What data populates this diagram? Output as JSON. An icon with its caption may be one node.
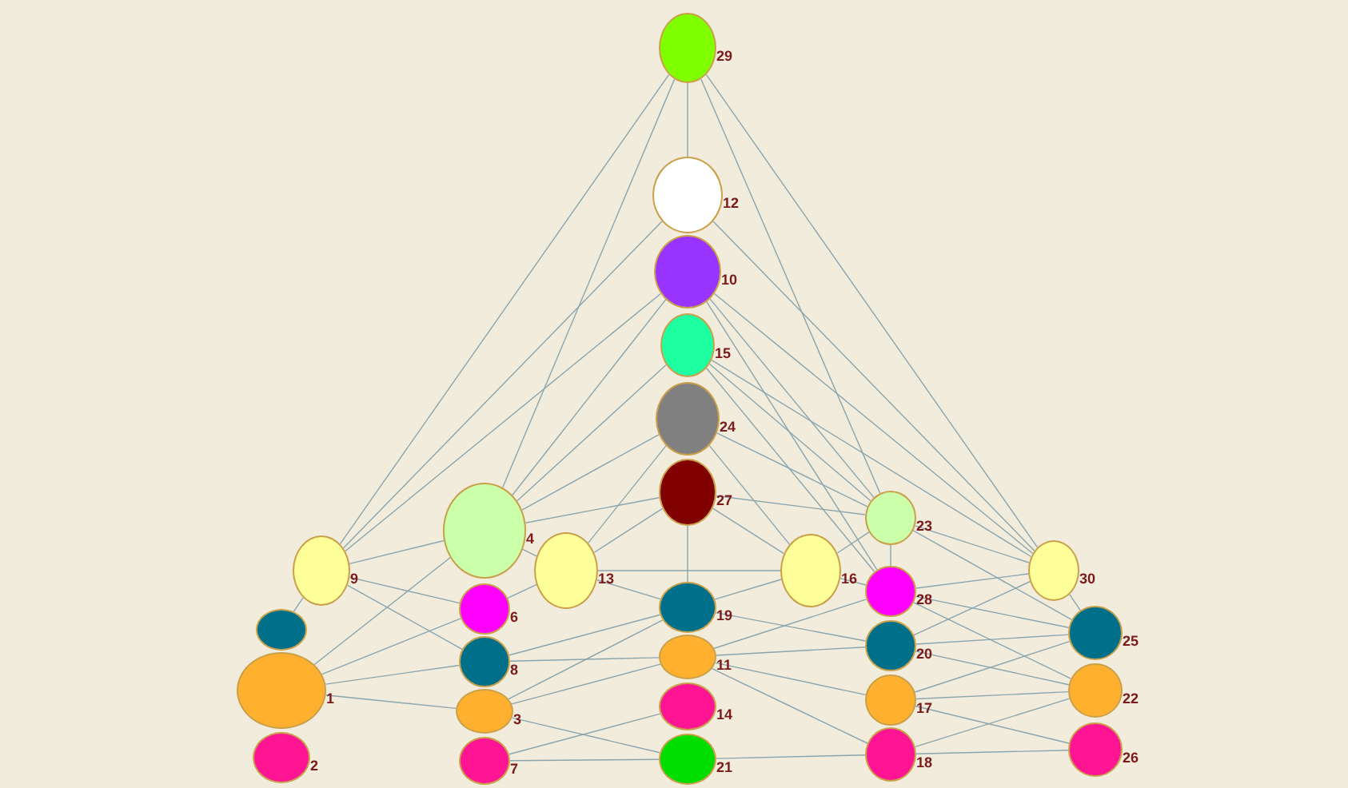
{
  "diagram": {
    "nodes": [
      {
        "text": [],
        "shape": "circle",
        "beside": [
          "1"
        ]
      },
      {
        "text": [],
        "shape": "circle",
        "beside": [
          "2"
        ]
      },
      {
        "text": [],
        "shape": "circle",
        "beside": [
          "3"
        ]
      },
      {
        "text": [],
        "shape": "circle",
        "beside": [
          "4"
        ]
      },
      {
        "text": [],
        "shape": "circle"
      },
      {
        "text": [],
        "shape": "circle",
        "beside": [
          "6"
        ]
      },
      {
        "text": [],
        "shape": "circle",
        "beside": [
          "7"
        ]
      },
      {
        "text": [],
        "shape": "circle",
        "beside": [
          "8"
        ]
      },
      {
        "text": [],
        "shape": "circle",
        "beside": [
          "9"
        ]
      },
      {
        "text": [],
        "shape": "circle",
        "beside": [
          "10"
        ]
      },
      {
        "text": [],
        "shape": "circle",
        "beside": [
          "11"
        ]
      },
      {
        "text": [],
        "shape": "circle",
        "beside": [
          "12"
        ]
      },
      {
        "text": [],
        "shape": "circle",
        "beside": [
          "13"
        ]
      },
      {
        "text": [],
        "shape": "circle",
        "beside": [
          "14"
        ]
      },
      {
        "text": [],
        "shape": "circle",
        "beside": [
          "15"
        ]
      },
      {
        "text": [],
        "shape": "circle",
        "beside": [
          "16"
        ]
      },
      {
        "text": [],
        "shape": "circle",
        "beside": [
          "17"
        ]
      },
      {
        "text": [],
        "shape": "circle",
        "beside": [
          "18"
        ]
      },
      {
        "text": [],
        "shape": "circle",
        "beside": [
          "19"
        ]
      },
      {
        "text": [],
        "shape": "circle",
        "beside": [
          "20"
        ]
      },
      {
        "text": [],
        "shape": "circle",
        "beside": [
          "21"
        ]
      },
      {
        "text": [],
        "shape": "circle",
        "beside": [
          "22"
        ]
      },
      {
        "text": [],
        "shape": "circle",
        "beside": [
          "23"
        ]
      },
      {
        "text": [],
        "shape": "circle",
        "beside": [
          "24"
        ]
      },
      {
        "text": [],
        "shape": "circle",
        "beside": [
          "25"
        ]
      },
      {
        "text": [],
        "shape": "circle",
        "beside": [
          "26"
        ]
      },
      {
        "text": [],
        "shape": "circle",
        "beside": [
          "27"
        ]
      },
      {
        "text": [],
        "shape": "circle",
        "beside": [
          "28"
        ]
      },
      {
        "text": [],
        "shape": "circle",
        "beside": [
          "29"
        ]
      },
      {
        "text": [],
        "shape": "circle",
        "beside": [
          "30"
        ]
      }
    ],
    "edges": [
      {
        "from": 0,
        "to": 2,
        "arrow": "none"
      },
      {
        "from": 0,
        "to": 3,
        "arrow": "none"
      },
      {
        "from": 0,
        "to": 5,
        "arrow": "none"
      },
      {
        "from": 0,
        "to": 7,
        "arrow": "none"
      },
      {
        "from": 2,
        "to": 10,
        "arrow": "none"
      },
      {
        "from": 2,
        "to": 18,
        "arrow": "none"
      },
      {
        "from": 2,
        "to": 20,
        "arrow": "none"
      },
      {
        "from": 3,
        "to": 8,
        "arrow": "none"
      },
      {
        "from": 3,
        "to": 9,
        "arrow": "none"
      },
      {
        "from": 3,
        "to": 12,
        "arrow": "none"
      },
      {
        "from": 3,
        "to": 14,
        "arrow": "none"
      },
      {
        "from": 3,
        "to": 23,
        "arrow": "none"
      },
      {
        "from": 3,
        "to": 26,
        "arrow": "none"
      },
      {
        "from": 3,
        "to": 28,
        "arrow": "none"
      },
      {
        "from": 4,
        "to": 8,
        "arrow": "none"
      },
      {
        "from": 5,
        "to": 8,
        "arrow": "none"
      },
      {
        "from": 5,
        "to": 12,
        "arrow": "none"
      },
      {
        "from": 6,
        "to": 13,
        "arrow": "none"
      },
      {
        "from": 6,
        "to": 20,
        "arrow": "none"
      },
      {
        "from": 7,
        "to": 8,
        "arrow": "none"
      },
      {
        "from": 7,
        "to": 10,
        "arrow": "none"
      },
      {
        "from": 7,
        "to": 18,
        "arrow": "none"
      },
      {
        "from": 8,
        "to": 9,
        "arrow": "none"
      },
      {
        "from": 8,
        "to": 11,
        "arrow": "none"
      },
      {
        "from": 8,
        "to": 28,
        "arrow": "none"
      },
      {
        "from": 9,
        "to": 22,
        "arrow": "none"
      },
      {
        "from": 9,
        "to": 27,
        "arrow": "none"
      },
      {
        "from": 9,
        "to": 29,
        "arrow": "none"
      },
      {
        "from": 10,
        "to": 16,
        "arrow": "none"
      },
      {
        "from": 10,
        "to": 17,
        "arrow": "none"
      },
      {
        "from": 10,
        "to": 19,
        "arrow": "none"
      },
      {
        "from": 10,
        "to": 27,
        "arrow": "none"
      },
      {
        "from": 11,
        "to": 28,
        "arrow": "none"
      },
      {
        "from": 11,
        "to": 29,
        "arrow": "none"
      },
      {
        "from": 12,
        "to": 15,
        "arrow": "none"
      },
      {
        "from": 12,
        "to": 18,
        "arrow": "none"
      },
      {
        "from": 12,
        "to": 23,
        "arrow": "none"
      },
      {
        "from": 12,
        "to": 26,
        "arrow": "none"
      },
      {
        "from": 14,
        "to": 22,
        "arrow": "none"
      },
      {
        "from": 14,
        "to": 27,
        "arrow": "none"
      },
      {
        "from": 14,
        "to": 29,
        "arrow": "none"
      },
      {
        "from": 15,
        "to": 18,
        "arrow": "none"
      },
      {
        "from": 15,
        "to": 22,
        "arrow": "none"
      },
      {
        "from": 15,
        "to": 23,
        "arrow": "none"
      },
      {
        "from": 15,
        "to": 26,
        "arrow": "none"
      },
      {
        "from": 15,
        "to": 27,
        "arrow": "none"
      },
      {
        "from": 16,
        "to": 21,
        "arrow": "none"
      },
      {
        "from": 16,
        "to": 24,
        "arrow": "none"
      },
      {
        "from": 16,
        "to": 25,
        "arrow": "none"
      },
      {
        "from": 17,
        "to": 20,
        "arrow": "none"
      },
      {
        "from": 17,
        "to": 21,
        "arrow": "none"
      },
      {
        "from": 17,
        "to": 25,
        "arrow": "none"
      },
      {
        "from": 18,
        "to": 19,
        "arrow": "none"
      },
      {
        "from": 18,
        "to": 26,
        "arrow": "none"
      },
      {
        "from": 19,
        "to": 21,
        "arrow": "none"
      },
      {
        "from": 19,
        "to": 24,
        "arrow": "none"
      },
      {
        "from": 19,
        "to": 29,
        "arrow": "none"
      },
      {
        "from": 21,
        "to": 27,
        "arrow": "none"
      },
      {
        "from": 22,
        "to": 23,
        "arrow": "none"
      },
      {
        "from": 22,
        "to": 24,
        "arrow": "none"
      },
      {
        "from": 22,
        "to": 26,
        "arrow": "none"
      },
      {
        "from": 22,
        "to": 27,
        "arrow": "none"
      },
      {
        "from": 22,
        "to": 28,
        "arrow": "none"
      },
      {
        "from": 22,
        "to": 29,
        "arrow": "none"
      },
      {
        "from": 24,
        "to": 27,
        "arrow": "none"
      },
      {
        "from": 24,
        "to": 29,
        "arrow": "none"
      },
      {
        "from": 27,
        "to": 29,
        "arrow": "none"
      },
      {
        "from": 28,
        "to": 29,
        "arrow": "none"
      }
    ]
  }
}
